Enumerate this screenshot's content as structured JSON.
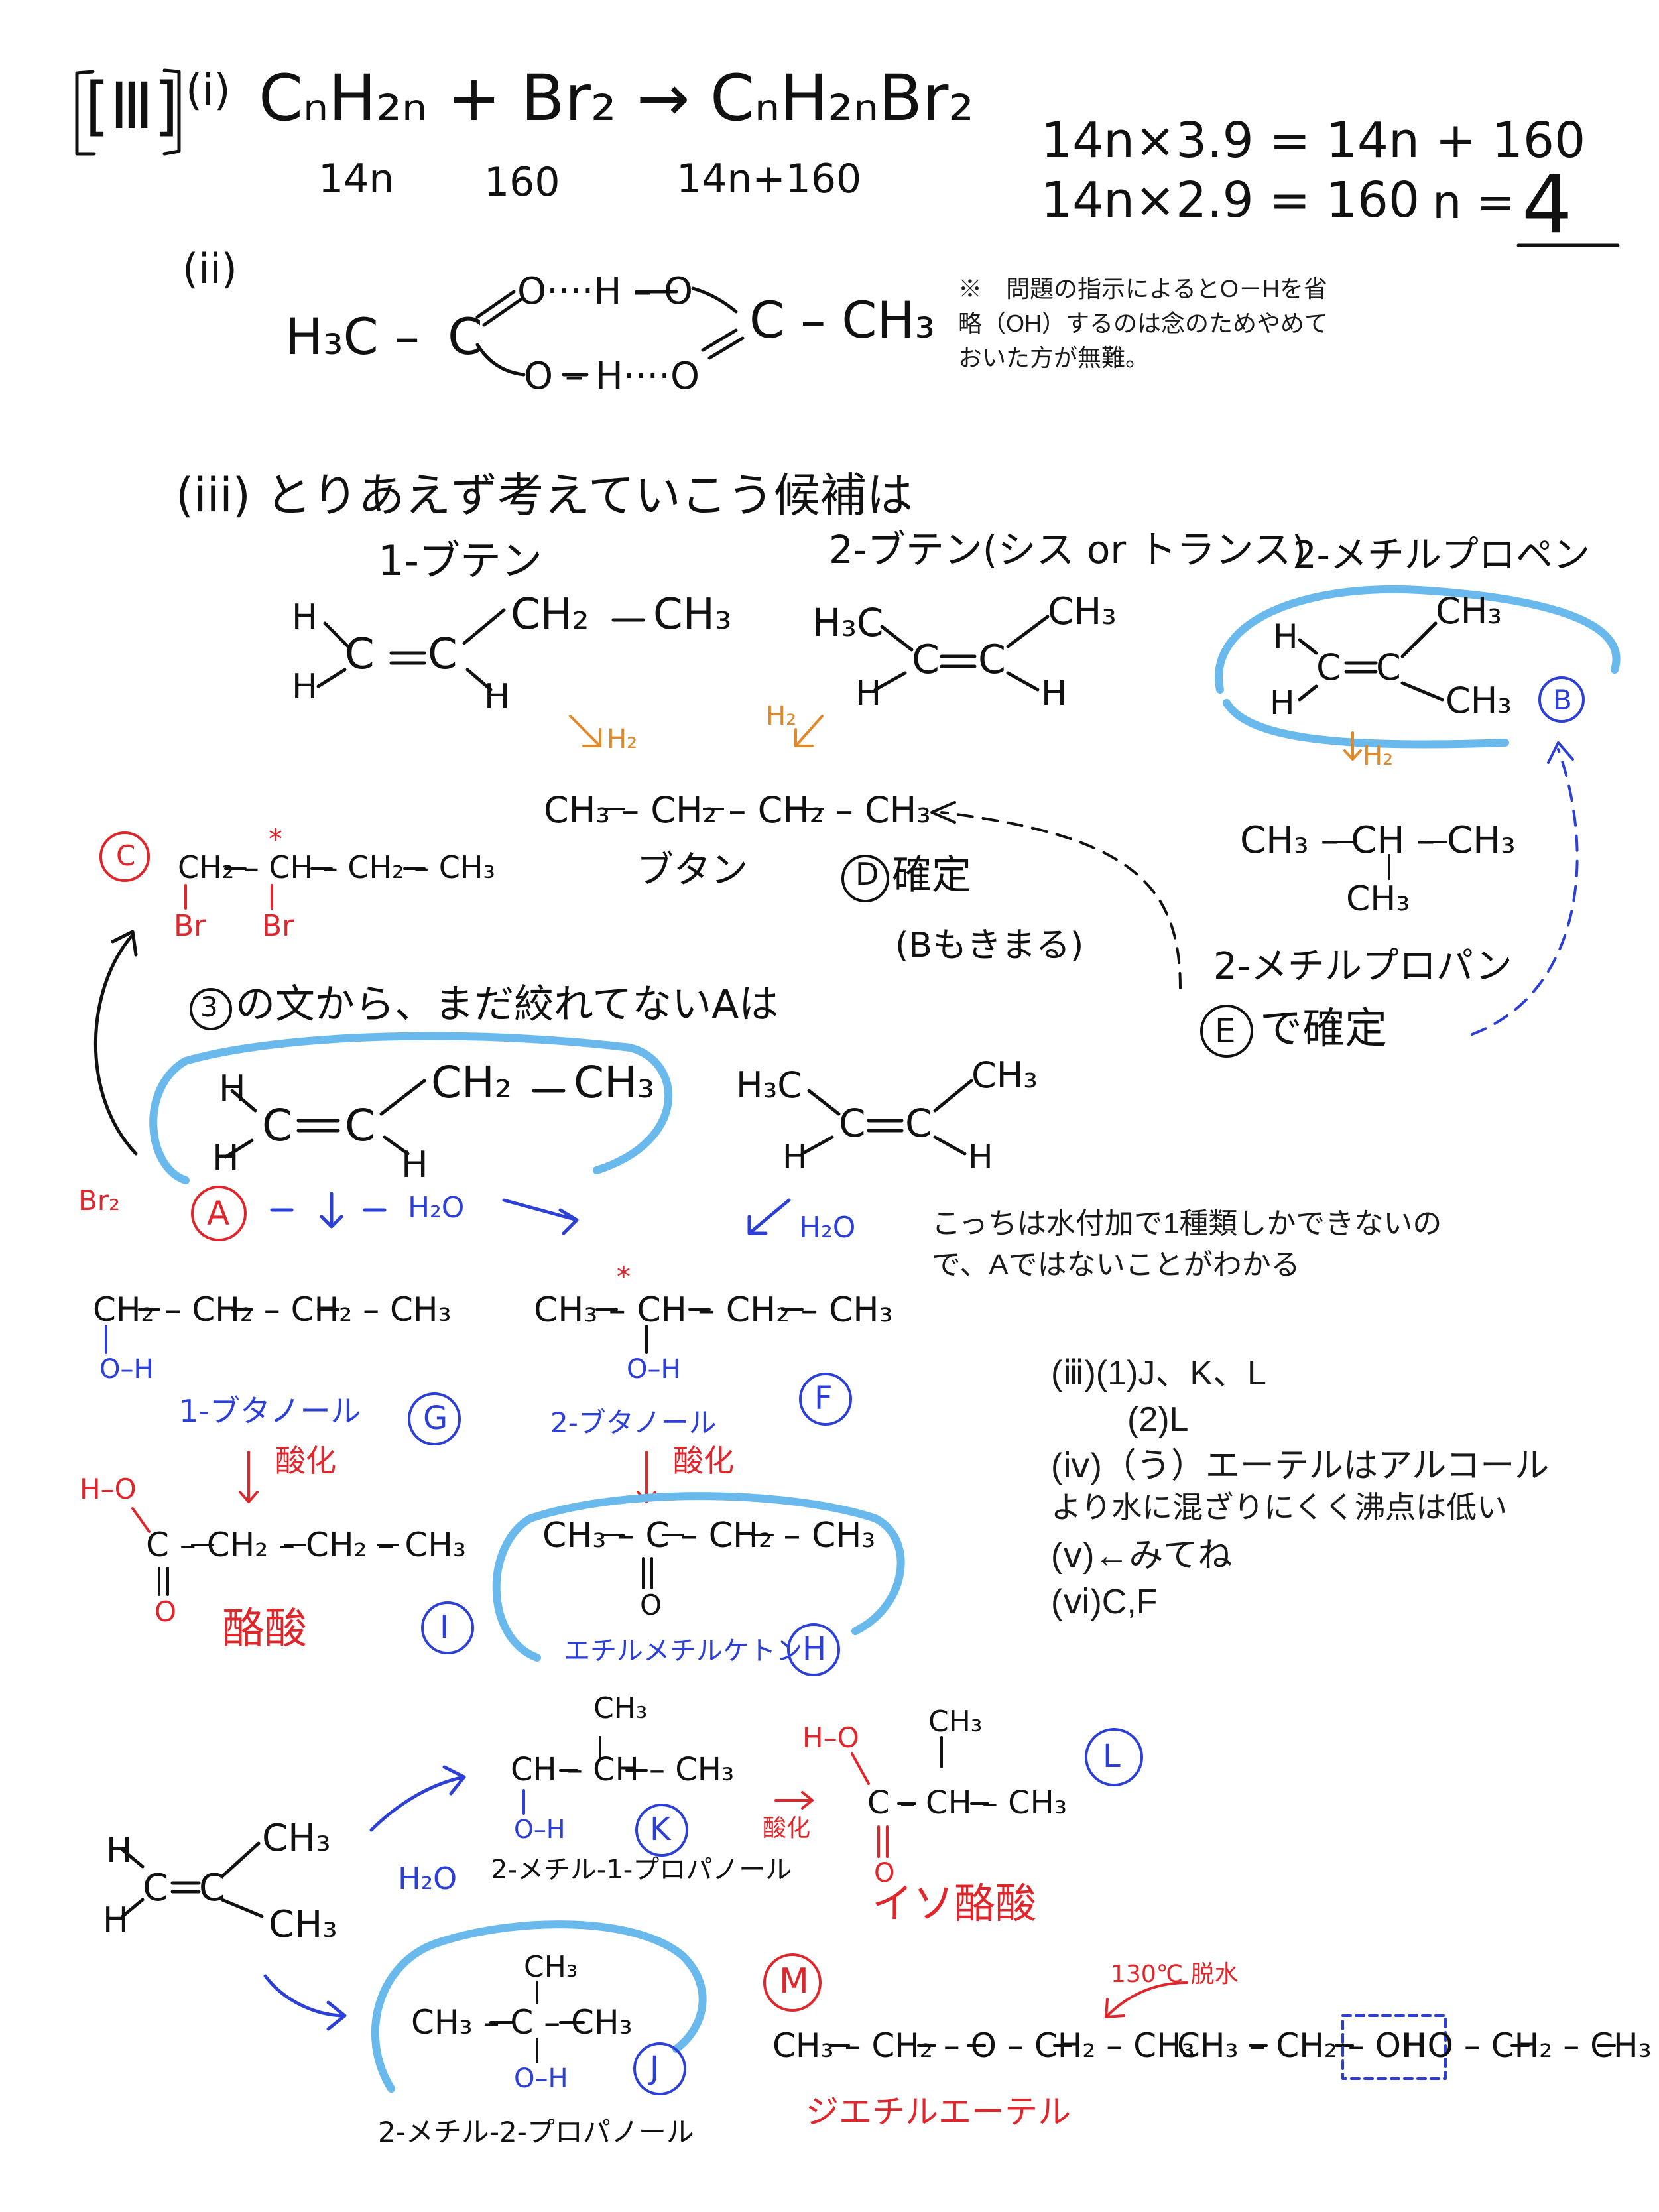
{
  "header": {
    "section": "[Ⅲ]"
  },
  "part_i": {
    "label": "(i)",
    "equation": "CₙH₂ₙ + Br₂ → CₙH₂ₙBr₂",
    "mass_alkene": "14n",
    "mass_br2": "160",
    "mass_product": "14n+160",
    "calc_1": "14n×3.9 = 14n + 160",
    "calc_2": "14n×2.9 = 160",
    "n_label": "n =",
    "n_value": "4"
  },
  "part_ii": {
    "label": "(ii)",
    "h3c": "H₃C –",
    "c_left": "C",
    "top_row": "O····H – O",
    "bottom_row": "O – H····O",
    "right": "C – CH₃",
    "note": "※　問題の指示によるとO－Hを省\n略（OH）するのは念のためやめて\nおいた方が無難。"
  },
  "part_iii": {
    "heading": "(iii) とりあえず考えていこう候補は",
    "candidates": [
      "1-ブテン",
      "2-ブテン(シス or トランス)",
      "2-メチルプロペン"
    ],
    "butane_formula": "CH₃ – CH₂ – CH₂ – CH₃",
    "butane_name": "ブタン",
    "d_confirmed": "確定",
    "b_determined": "(Bもきまる)",
    "methylpropane_formula": "CH₃ – CH – CH₃",
    "methylpropane_name": "2-メチルプロパン",
    "e_confirmed": "で確定",
    "dibromo_formula": "CH₂ – CH – CH₂ – CH₃",
    "three_num": "3",
    "three_sentence": "の文から、まだ絞れてないAは",
    "note_one_kind": "こっちは水付加で1種類しかできないの\nで、Aではないことがわかる",
    "butanol1_formula": "CH₂ – CH₂ – CH₂ – CH₃",
    "butanol1_name": "1-ブタノール",
    "butanol2_formula": "CH₃ – CH – CH₂ – CH₃",
    "butanol2_name": "2-ブタノール",
    "oxidation": "酸化",
    "butyric_formula": "C – CH₂ – CH₂ – CH₃",
    "butyric_name": "酪酸",
    "ketone_formula": "CH₃ – C – CH₂ – CH₃",
    "ketone_name": "エチルメチルケトン",
    "isobutanol_formula": "CH – CH – CH₃",
    "isobutanol_name": "2-メチル-1-プロパノール",
    "isobutyric_formula": "C – CH – CH₃",
    "isobutyric_name": "イソ酪酸",
    "tbutanol_formula": "CH₃ – C – CH₃",
    "tbutanol_name": "2-メチル-2-プロパノール",
    "ether_formula": "CH₃ – CH₂ – O – CH₂ – CH₃",
    "ether_name": "ジエチルエーテル",
    "dehydration": "130℃ 脱水",
    "ethanol_left": "CH₃ – CH₂ – OH",
    "ethanol_right": "HO – CH₂ – CH₃"
  },
  "mol": {
    "h": "H",
    "c": "C",
    "ch2": "CH₂",
    "ch3": "CH₃",
    "h3c": "H₃C",
    "h2": "H₂",
    "h2o": "H₂O",
    "br": "Br",
    "br2": "Br₂",
    "oh": "O–H",
    "ho": "H–O",
    "o": "O",
    "star": "*"
  },
  "labels": {
    "A": "A",
    "B": "B",
    "C": "C",
    "D": "D",
    "E": "E",
    "F": "F",
    "G": "G",
    "H": "H",
    "I": "I",
    "J": "J",
    "K": "K",
    "L": "L",
    "M": "M"
  },
  "answers": {
    "iii_1": "(ⅲ)(1)J、K、L",
    "iii_2": "(2)L",
    "iv_1": "(ⅳ)（う）エーテルはアルコール",
    "iv_2": "より水に混ざりにくく沸点は低い",
    "v": "(ⅴ)←みてね",
    "vi": "(ⅵ)C,F"
  },
  "colors": {
    "ink": "#111111",
    "red": "#e0262b",
    "blue": "#2c3fd6",
    "orange": "#e0892a",
    "highlight": "#6ab9ec"
  }
}
